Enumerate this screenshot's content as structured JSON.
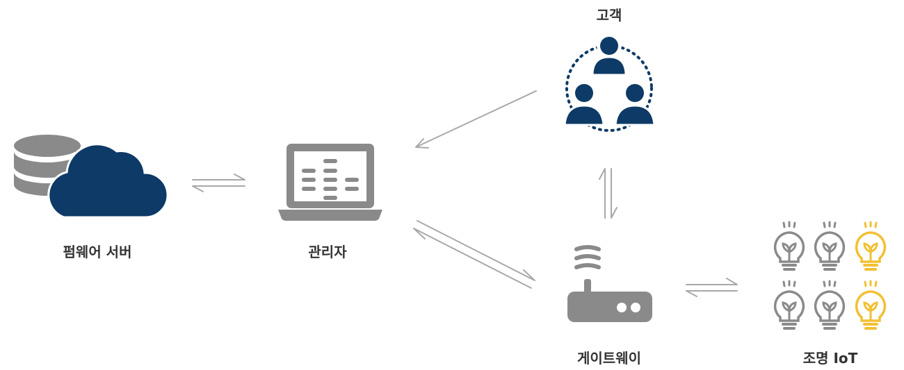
{
  "nodes": {
    "firmware_server": {
      "label": "펌웨어 서버"
    },
    "admin": {
      "label": "관리자"
    },
    "customers": {
      "label": "고객"
    },
    "gateway": {
      "label": "게이트웨이"
    },
    "lighting_iot": {
      "label": "조명 IoT"
    }
  },
  "colors": {
    "navy": "#0d3a66",
    "gray": "#8a8a8a",
    "arrow": "#a8a8a8",
    "bulb_on": "#f2c033",
    "text": "#333333"
  },
  "bulbs": [
    {
      "state": "off"
    },
    {
      "state": "off"
    },
    {
      "state": "on"
    },
    {
      "state": "off"
    },
    {
      "state": "off"
    },
    {
      "state": "on"
    }
  ]
}
